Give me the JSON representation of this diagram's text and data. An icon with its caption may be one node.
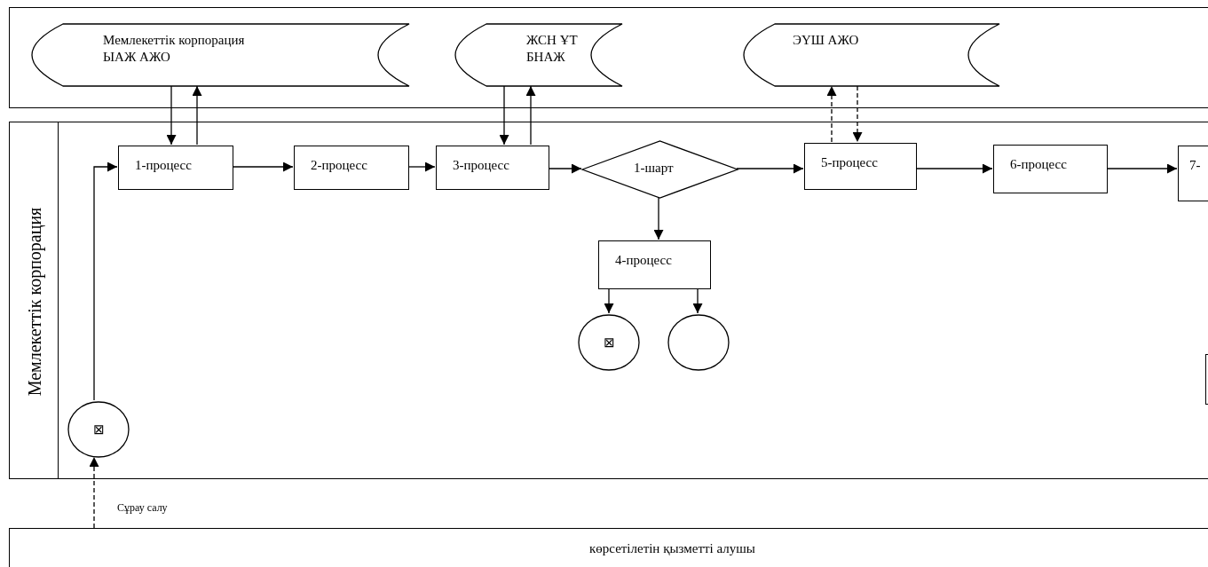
{
  "diagram": {
    "nodes": [
      {
        "text": [],
        "shape": "box"
      },
      {
        "text": [
          "Мемлекеттік корпорация"
        ]
      },
      {
        "text": [
          "көрсетілетін қызметті алушы"
        ]
      },
      {
        "text": [
          "Мемлекеттік корпорация ЫАЖ АЖО"
        ],
        "in": 0
      },
      {
        "text": [
          "ЖСН ҰТ БНАЖ"
        ],
        "in": 0
      },
      {
        "text": [
          "ЭҮШ АЖО"
        ],
        "in": 0
      },
      {
        "text": [
          "⊠"
        ],
        "in": 1
      },
      {
        "text": [
          "1-процесс"
        ],
        "in": 1
      },
      {
        "text": [
          "2-процесс"
        ],
        "in": 1
      },
      {
        "text": [
          "3-процесс"
        ],
        "in": 1
      },
      {
        "text": [
          "1-шарт"
        ],
        "in": 1
      },
      {
        "text": [
          "4-процесс"
        ],
        "in": 1
      },
      {
        "text": [
          "⊠"
        ],
        "in": 1
      },
      {
        "text": [],
        "shape": "circle",
        "in": 1
      },
      {
        "text": [
          "5-процесс"
        ],
        "in": 1
      },
      {
        "text": [
          "6-процесс"
        ],
        "in": 1
      },
      {
        "text": [
          "7-"
        ],
        "in": 1
      },
      {
        "text": [],
        "shape": "box",
        "in": 1
      }
    ],
    "edges": [
      {
        "from": 2,
        "to": 6,
        "arrow": "to",
        "label": "Сұрау салу",
        "style": "dashed"
      },
      {
        "from": 6,
        "to": 7,
        "arrow": "to"
      },
      {
        "from": 3,
        "to": 7,
        "arrow": "to"
      },
      {
        "from": 7,
        "to": 3,
        "arrow": "to"
      },
      {
        "from": 7,
        "to": 8,
        "arrow": "to"
      },
      {
        "from": 8,
        "to": 9,
        "arrow": "to"
      },
      {
        "from": 4,
        "to": 9,
        "arrow": "to"
      },
      {
        "from": 9,
        "to": 4,
        "arrow": "to"
      },
      {
        "from": 9,
        "to": 10,
        "arrow": "to"
      },
      {
        "from": 10,
        "to": 14,
        "arrow": "to"
      },
      {
        "from": 10,
        "to": 11,
        "arrow": "to"
      },
      {
        "from": 11,
        "to": 12,
        "arrow": "to"
      },
      {
        "from": 11,
        "to": 13,
        "arrow": "to"
      },
      {
        "from": 5,
        "to": 14,
        "arrow": "to",
        "style": "dashed"
      },
      {
        "from": 14,
        "to": 5,
        "arrow": "to",
        "style": "dashed"
      },
      {
        "from": 14,
        "to": 15,
        "arrow": "to"
      },
      {
        "from": 15,
        "to": 16,
        "arrow": "to"
      }
    ]
  }
}
